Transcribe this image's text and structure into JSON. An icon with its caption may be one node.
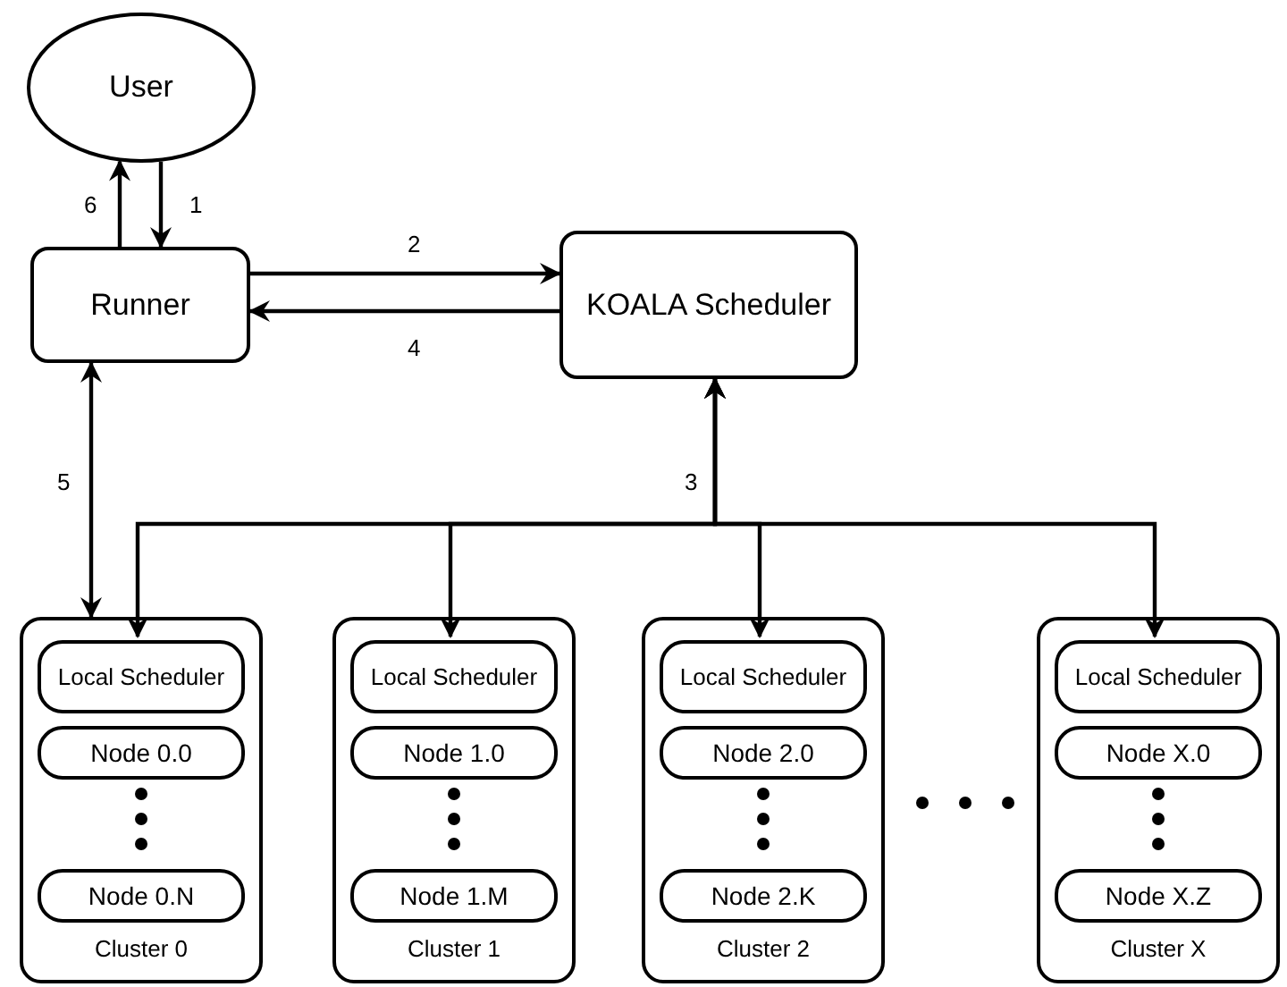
{
  "diagram": {
    "nodes": [
      {
        "text": [
          "User"
        ]
      },
      {
        "text": [
          "Runner"
        ]
      },
      {
        "text": [
          "KOALA Scheduler"
        ]
      },
      {
        "text": [
          "Cluster 0"
        ]
      },
      {
        "text": [
          "Local Scheduler"
        ],
        "in": 3
      },
      {
        "text": [
          "Node 0.0"
        ],
        "in": 3
      },
      {
        "text": [
          "Node 0.N"
        ],
        "in": 3
      },
      {
        "text": [
          "Cluster 1"
        ]
      },
      {
        "text": [
          "Local Scheduler"
        ],
        "in": 7
      },
      {
        "text": [
          "Node 1.0"
        ],
        "in": 7
      },
      {
        "text": [
          "Node 1.M"
        ],
        "in": 7
      },
      {
        "text": [
          "Cluster 2"
        ]
      },
      {
        "text": [
          "Local Scheduler"
        ],
        "in": 11
      },
      {
        "text": [
          "Node 2.0"
        ],
        "in": 11
      },
      {
        "text": [
          "Node 2.K"
        ],
        "in": 11
      },
      {
        "text": [
          "Cluster X"
        ]
      },
      {
        "text": [
          "Local Scheduler"
        ],
        "in": 15
      },
      {
        "text": [
          "Node X.0"
        ],
        "in": 15
      },
      {
        "text": [
          "Node X.Z"
        ],
        "in": 15
      }
    ],
    "edges": [
      {
        "from": 1,
        "to": 0,
        "arrow": "to",
        "label": "6"
      },
      {
        "from": 0,
        "to": 1,
        "arrow": "to",
        "label": "1"
      },
      {
        "from": 1,
        "to": 2,
        "arrow": "to",
        "label": "2"
      },
      {
        "from": 2,
        "to": 1,
        "arrow": "to",
        "label": "4"
      },
      {
        "from": 1,
        "to": 3,
        "arrow": "both",
        "label": "5"
      },
      {
        "from": 2,
        "to": 4,
        "arrow": "both",
        "label": "3"
      },
      {
        "from": 2,
        "to": 8,
        "arrow": "both"
      },
      {
        "from": 2,
        "to": 12,
        "arrow": "both"
      },
      {
        "from": 2,
        "to": 16,
        "arrow": "both"
      }
    ]
  }
}
